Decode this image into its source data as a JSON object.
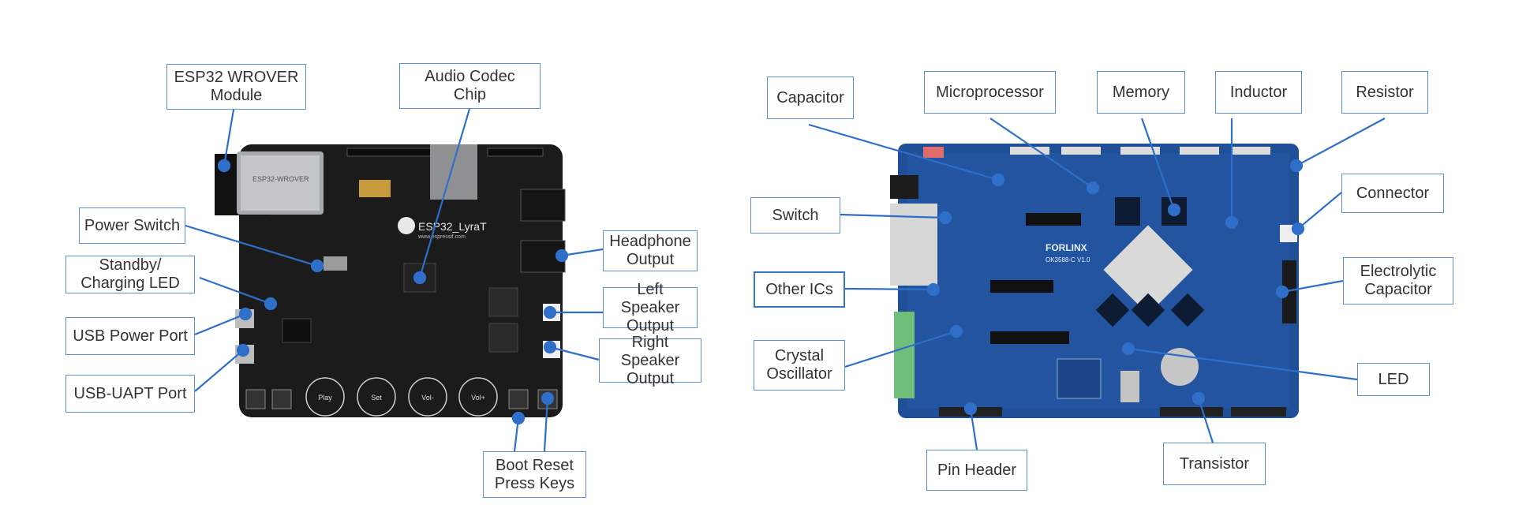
{
  "left_board": {
    "silkscreen_title": "ESP32_LyraT",
    "silkscreen_url": "www.espressif.com",
    "touch_keys": [
      "Play",
      "Set",
      "Vol-",
      "Vol+"
    ],
    "callouts": [
      {
        "id": "esp32-wrover-module",
        "text": "ESP32 WROVER\nModule"
      },
      {
        "id": "audio-codec-chip",
        "text": "Audio Codec\nChip"
      },
      {
        "id": "power-switch",
        "text": "Power Switch"
      },
      {
        "id": "standby-charging-led",
        "text": "Standby/\nCharging LED"
      },
      {
        "id": "usb-power-port",
        "text": "USB Power Port"
      },
      {
        "id": "usb-uapt-port",
        "text": "USB-UAPT Port"
      },
      {
        "id": "headphone-output",
        "text": "Headphone\nOutput"
      },
      {
        "id": "left-speaker-output",
        "text": "Left Speaker\nOutput"
      },
      {
        "id": "right-speaker-output",
        "text": "Right Speaker\nOutput"
      },
      {
        "id": "boot-reset-press-keys",
        "text": "Boot Reset\nPress Keys"
      }
    ]
  },
  "right_board": {
    "silkscreen_brand": "FORLINX",
    "silkscreen_model": "OK3588-C V1.0",
    "callouts": [
      {
        "id": "capacitor",
        "text": "Capacitor"
      },
      {
        "id": "microprocessor",
        "text": "Microprocessor"
      },
      {
        "id": "memory",
        "text": "Memory"
      },
      {
        "id": "inductor",
        "text": "Inductor"
      },
      {
        "id": "resistor",
        "text": "Resistor"
      },
      {
        "id": "switch",
        "text": "Switch"
      },
      {
        "id": "connector",
        "text": "Connector"
      },
      {
        "id": "other-ics",
        "text": "Other ICs"
      },
      {
        "id": "electrolytic-capacitor",
        "text": "Electrolytic\nCapacitor"
      },
      {
        "id": "crystal-oscillator",
        "text": "Crystal\nOscillator"
      },
      {
        "id": "led",
        "text": "LED"
      },
      {
        "id": "pin-header",
        "text": "Pin Header"
      },
      {
        "id": "transistor",
        "text": "Transistor"
      }
    ]
  },
  "colors": {
    "callout_line": "#2f6fc9",
    "callout_dot": "#2f6fc9",
    "label_border": "#5b8fd6",
    "left_pcb": "#1b1b1b",
    "right_pcb": "#1f4f96"
  }
}
